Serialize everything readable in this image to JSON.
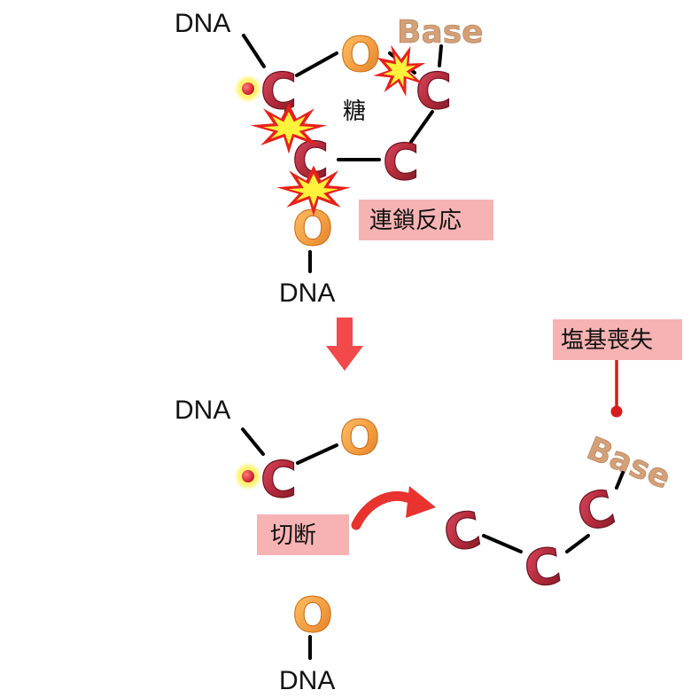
{
  "top_molecule": {
    "dna_top": "DNA",
    "dna_bottom": "DNA",
    "ring_oxygen": "O",
    "carbon": "C",
    "linker_oxygen": "O",
    "base": "Base",
    "sugar": "糖"
  },
  "labels": {
    "chain_reaction": "連鎖反応",
    "base_loss": "塩基喪失",
    "cleavage": "切断"
  },
  "bottom_left": {
    "dna_top": "DNA",
    "oxygen": "O",
    "carbon": "C",
    "lower_oxygen": "O",
    "dna_bottom": "DNA"
  },
  "bottom_right": {
    "carbon": "C",
    "base": "Base"
  },
  "colors": {
    "carbon": "#b8303d",
    "oxygen": "#f2a04a",
    "base": "#d3a078",
    "label_bg": "#f7b3b3",
    "arrow": "#f24a4a",
    "explosion_outer": "#e8201a",
    "explosion_inner": "#fff23a"
  }
}
